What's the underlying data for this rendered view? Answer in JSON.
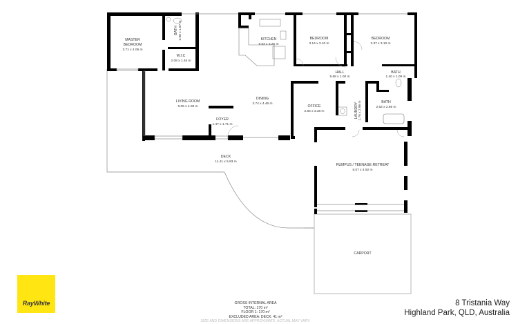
{
  "plan": {
    "rooms": [
      {
        "id": "master-bedroom",
        "label_line1": "MASTER",
        "label_line2": "BEDROOM",
        "dims": "3.71 x 4.06 m"
      },
      {
        "id": "ensuite-bath",
        "label": "BATH",
        "dims": "2.08 x 1.87 m"
      },
      {
        "id": "wic",
        "label": "W.I.C",
        "dims": "2.08 x 1.46 m"
      },
      {
        "id": "kitchen",
        "label": "KITCHEN",
        "dims": "6.03 x 3.25 m"
      },
      {
        "id": "bedroom-2",
        "label": "BEDROOM",
        "dims": "3.14 x 3.10 m"
      },
      {
        "id": "bedroom-3",
        "label": "BEDROOM",
        "dims": "3.37 x 3.10 m"
      },
      {
        "id": "hall",
        "label": "HALL",
        "dims": "5.68 x 1.00 m"
      },
      {
        "id": "bath-small",
        "label": "BATH",
        "dims": "1.40 x 1.09 m"
      },
      {
        "id": "living-room",
        "label": "LIVING ROOM",
        "dims": "6.05 x 4.08 m"
      },
      {
        "id": "dining",
        "label": "DINING",
        "dims": "3.74 x 4.46 m"
      },
      {
        "id": "foyer",
        "label": "FOYER",
        "dims": "1.47 x 1.71 m"
      },
      {
        "id": "office",
        "label": "OFFICE",
        "dims": "2.84 x 3.38 m"
      },
      {
        "id": "laundry",
        "label": "LAUNDRY",
        "dims": "1.76 x 2.96 m"
      },
      {
        "id": "bath-main",
        "label": "BATH",
        "dims": "2.62 x 2.86 m"
      },
      {
        "id": "deck",
        "label": "DECK",
        "dims": "11.41 x 5.83 m"
      },
      {
        "id": "rumpus",
        "label": "RUMPUS / TEENAGE RETREAT",
        "dims": "6.07 x 4.92 m"
      },
      {
        "id": "carport",
        "label": "CARPORT"
      }
    ]
  },
  "area": {
    "title": "GROSS INTERNAL AREA",
    "total": "TOTAL: 170 m²",
    "floor1": "FLOOR 1: 170 m²",
    "excluded": "EXCLUDED AREA: DECK: 41 m²",
    "disclaimer": "SIZE AND DIMENSIONS ARE APPROXIMATE, ACTUAL MAY VARY."
  },
  "address": {
    "line1": "8 Tristania Way",
    "line2": "Highland Park, QLD, Australia"
  },
  "brand": {
    "name": "RayWhite",
    "color": "#ffe512"
  }
}
